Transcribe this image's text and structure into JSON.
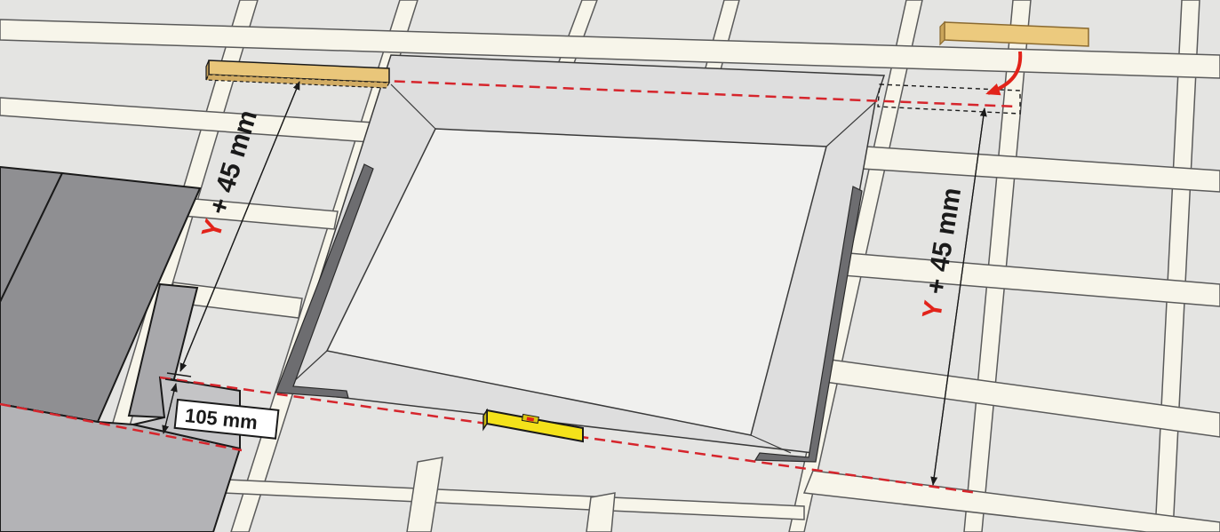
{
  "labels": {
    "y_letter_left": "Y",
    "y_rest_left": " + 45 mm",
    "y_letter_right": "Y",
    "y_rest_right": " + 45 mm",
    "dimension_105": "105 mm"
  },
  "colors": {
    "roof_underlay": "#e6e6e4",
    "batten": "#f7f5ea",
    "batten_edge": "#5a5a5a",
    "opening_floor": "#efefed",
    "opening_wall": "#dcdcda",
    "flashing_dark": "#6d6d70",
    "shingle_dark": "#8f8f92",
    "shingle_mid": "#a3a3a6",
    "shingle_light": "#b5b5b8",
    "wood_batten": "#e9c67a",
    "spirit_level": "#f4e21a",
    "guide_line_red": "#d6252c",
    "arrow_red": "#e2231a"
  },
  "icons": {
    "new_batten": "wooden-batten-icon",
    "level": "spirit-level-icon",
    "insert_arrow": "curved-arrow-icon"
  }
}
